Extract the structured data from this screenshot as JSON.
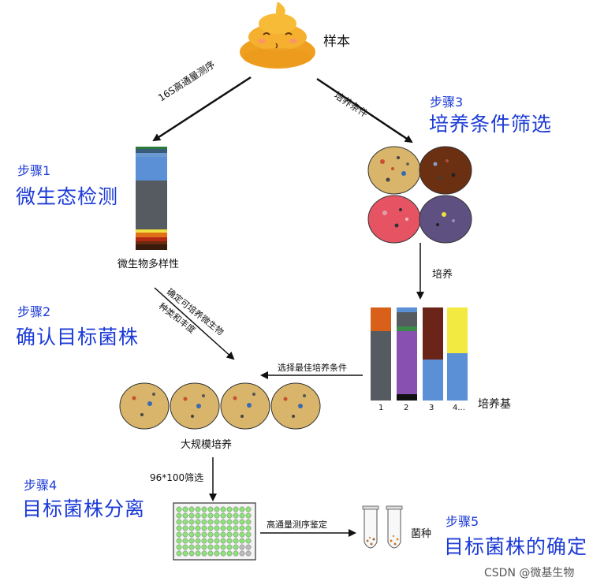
{
  "sample_label": "样本",
  "arrow_labels": {
    "seq16s": "16S高通量测序",
    "culture_cond": "培养条件",
    "culture": "培养",
    "confirm_line1": "确定可培养微生物",
    "confirm_line2": "种类和丰度",
    "select_best": "选择最佳培养条件",
    "screen96": "96*100筛选",
    "hts_identify": "高通量测序鉴定"
  },
  "steps": [
    {
      "num": "步骤1",
      "title": "微生态检测"
    },
    {
      "num": "步骤2",
      "title": "确认目标菌株"
    },
    {
      "num": "步骤3",
      "title": "培养条件筛选"
    },
    {
      "num": "步骤4",
      "title": "目标菌株分离"
    },
    {
      "num": "步骤5",
      "title": "目标菌株的确定"
    }
  ],
  "diversity_label": "微生物多样性",
  "medium_label": "培养基",
  "medium_columns": [
    "1",
    "2",
    "3",
    "4..."
  ],
  "large_culture_label": "大规模培养",
  "strain_label": "菌种",
  "watermark": "CSDN @微基生物",
  "colors": {
    "step_blue": "#1c3bd6",
    "plate_tan": "#d8b56a",
    "plate_brown": "#6b2f12",
    "plate_red": "#e65464",
    "plate_purple": "#5e5080",
    "well_green": "#8ee27a"
  },
  "icons": [
    "poop-icon",
    "petri-dish-icon",
    "well-plate-icon",
    "test-tube-icon"
  ]
}
